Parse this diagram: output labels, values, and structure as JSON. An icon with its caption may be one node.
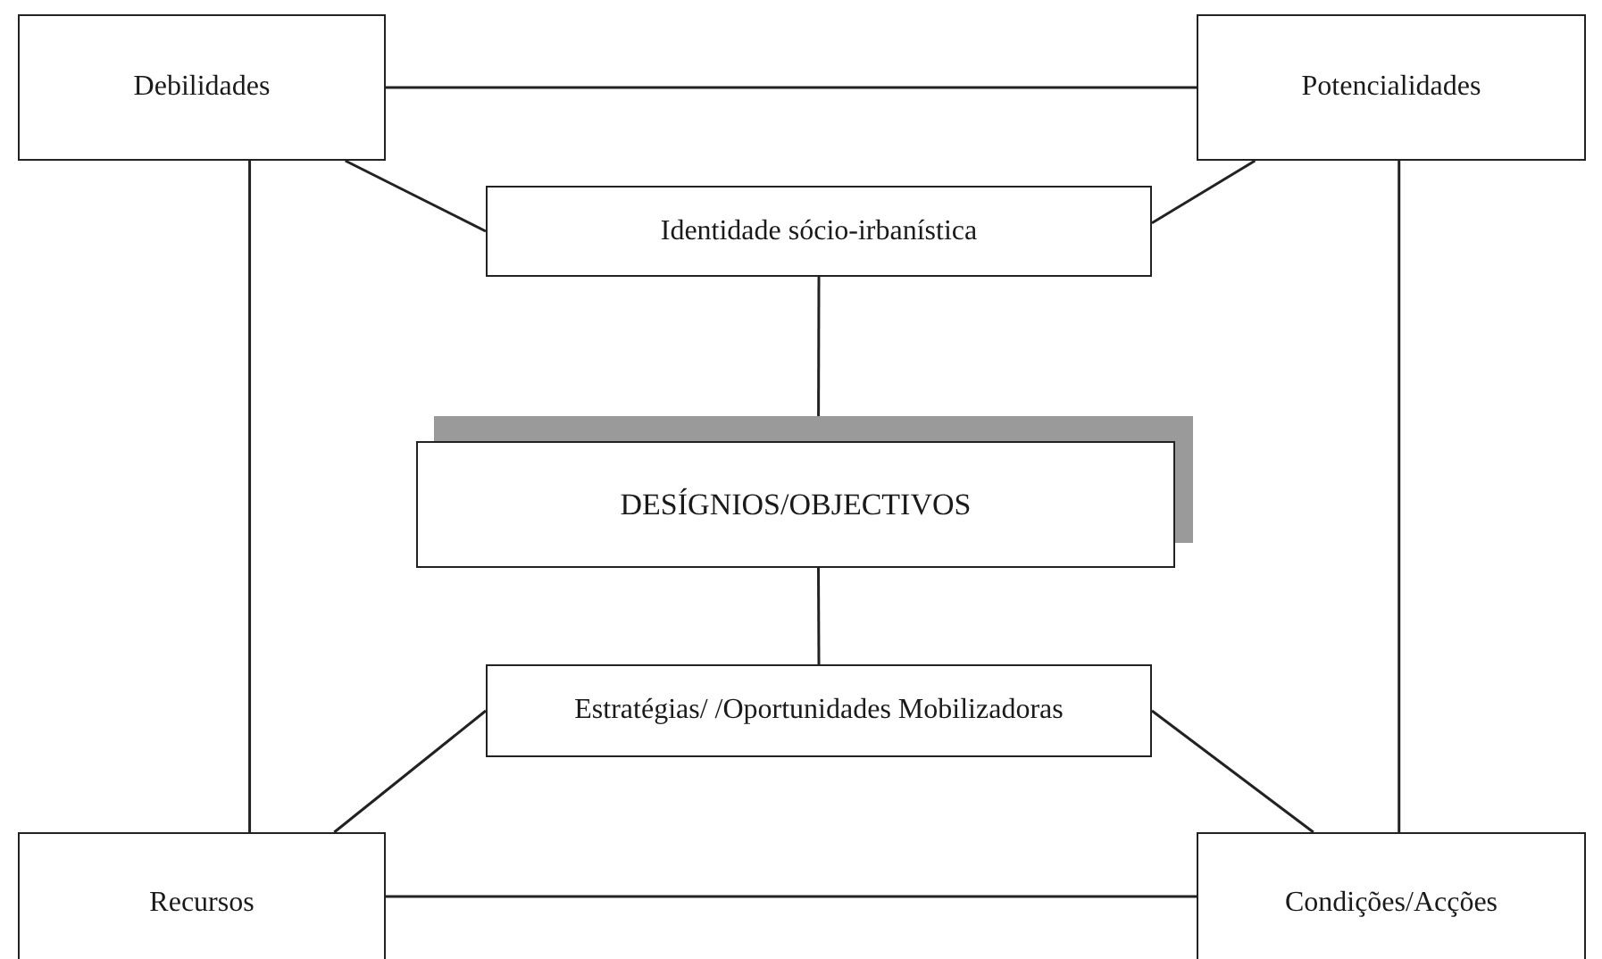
{
  "diagram": {
    "nodes": [
      {
        "text": [
          "Debilidades"
        ]
      },
      {
        "text": [
          "Potencialidades"
        ]
      },
      {
        "text": [
          "Identidade sócio-irbanística"
        ]
      },
      {
        "text": [
          "DESÍGNIOS/OBJECTIVOS"
        ]
      },
      {
        "text": [
          "Estratégias/ /Oportunidades Mobilizadoras"
        ]
      },
      {
        "text": [
          "Recursos"
        ]
      },
      {
        "text": [
          "Condições/Acções"
        ]
      }
    ],
    "edges": [
      {
        "from": 0,
        "to": 1,
        "arrow": "none"
      },
      {
        "from": 0,
        "to": 2,
        "arrow": "none"
      },
      {
        "from": 1,
        "to": 2,
        "arrow": "none"
      },
      {
        "from": 0,
        "to": 5,
        "arrow": "none"
      },
      {
        "from": 1,
        "to": 6,
        "arrow": "none"
      },
      {
        "from": 2,
        "to": 3,
        "arrow": "none"
      },
      {
        "from": 3,
        "to": 4,
        "arrow": "none"
      },
      {
        "from": 4,
        "to": 5,
        "arrow": "none"
      },
      {
        "from": 4,
        "to": 6,
        "arrow": "none"
      },
      {
        "from": 5,
        "to": 6,
        "arrow": "none"
      }
    ]
  }
}
